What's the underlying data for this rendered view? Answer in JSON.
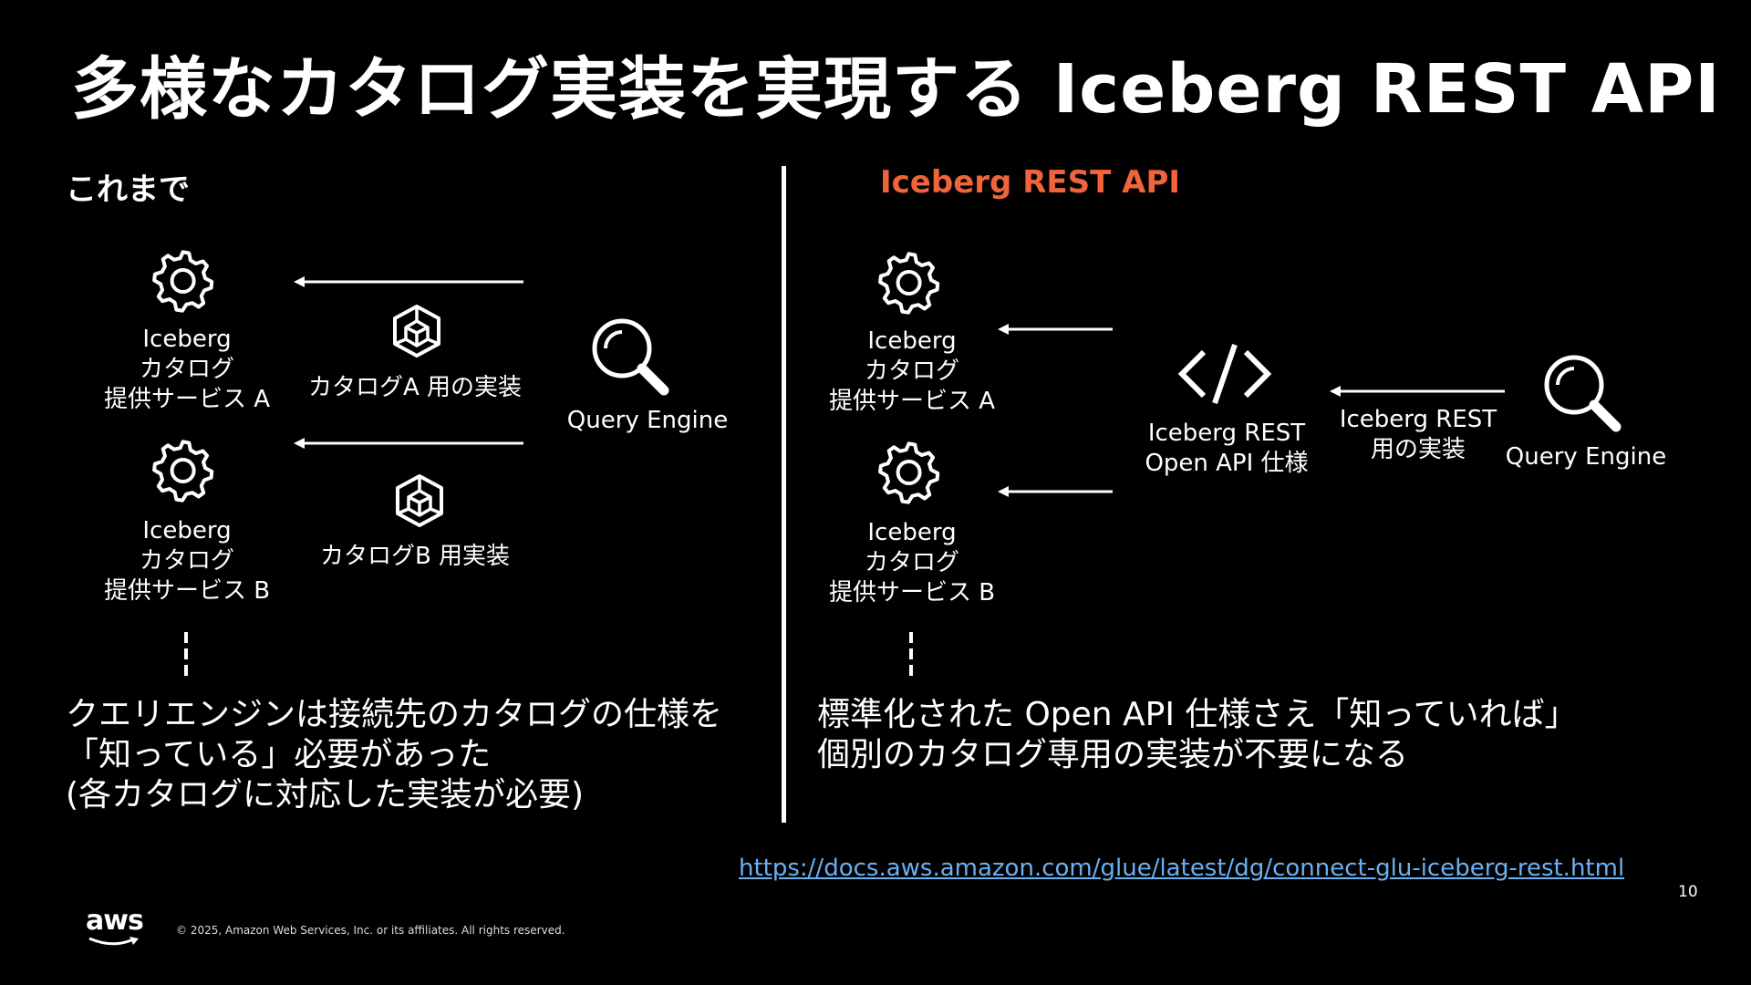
{
  "title": "多様なカタログ実装を実現する Iceberg REST API",
  "left": {
    "heading": "これまで",
    "service_a": [
      "Iceberg",
      "カタログ",
      "提供サービス A"
    ],
    "service_b": [
      "Iceberg",
      "カタログ",
      "提供サービス B"
    ],
    "impl_a": "カタログA 用の実装",
    "impl_b": "カタログB 用実装",
    "engine": "Query Engine",
    "caption": [
      "クエリエンジンは接続先のカタログの仕様を",
      "「知っている」必要があった",
      "(各カタログに対応した実装が必要)"
    ]
  },
  "right": {
    "heading": "Iceberg REST API",
    "heading_color": "#f0643c",
    "service_a": [
      "Iceberg",
      "カタログ",
      "提供サービス A"
    ],
    "service_b": [
      "Iceberg",
      "カタログ",
      "提供サービス B"
    ],
    "spec": [
      "Iceberg REST",
      "Open API 仕様"
    ],
    "impl": [
      "Iceberg REST",
      "用の実装"
    ],
    "engine": "Query Engine",
    "caption": [
      "標準化された Open API 仕様さえ「知っていれば」",
      "個別のカタログ専用の実装が不要になる"
    ]
  },
  "link": "https://docs.aws.amazon.com/glue/latest/dg/connect-glu-iceberg-rest.html",
  "page_number": "10",
  "copyright": "© 2025, Amazon Web Services, Inc. or its affiliates. All rights reserved.",
  "logo": "aws",
  "icons": [
    "gear-icon",
    "cube-icon",
    "search-icon",
    "code-icon",
    "arrow-left-icon",
    "ellipsis-vertical-icon"
  ]
}
